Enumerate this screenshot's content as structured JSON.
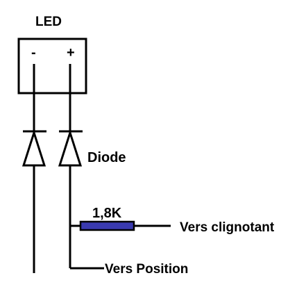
{
  "led": {
    "title": "LED",
    "minus": "-",
    "plus": "+",
    "plus_color": "#e01010"
  },
  "diode": {
    "label": "Diode"
  },
  "resistor": {
    "value": "1,8K",
    "fill_color": "#3a3ab0"
  },
  "outputs": {
    "blinker": "Vers clignotant",
    "position": "Vers Position"
  },
  "line_color": "#000000"
}
